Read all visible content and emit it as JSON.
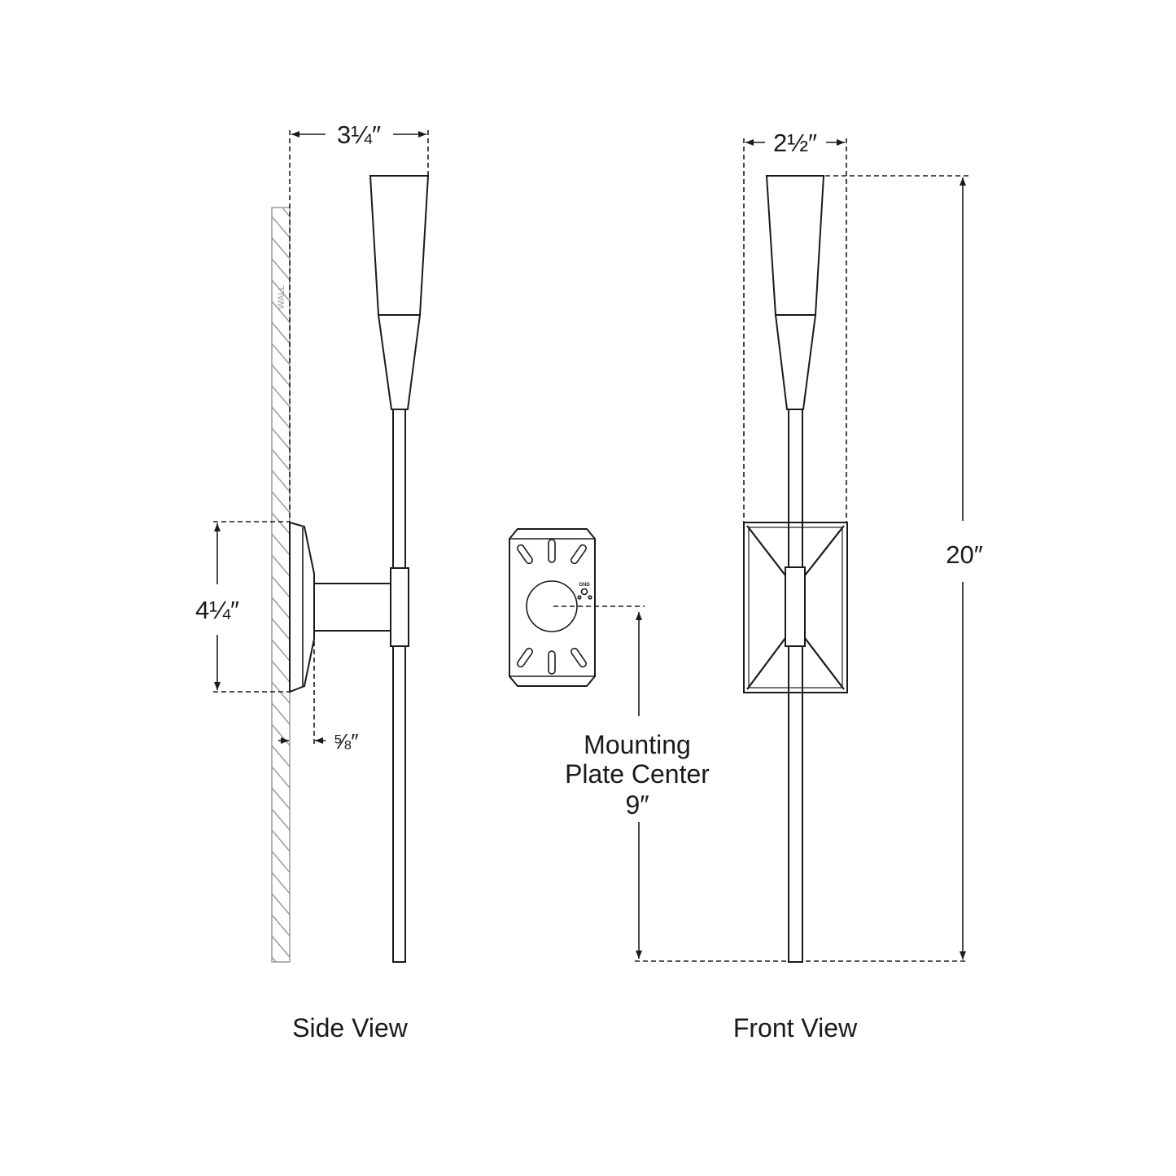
{
  "drawing": {
    "side_view": {
      "label": "Side View",
      "wall_label": "WALL",
      "depth_dim": "3¼″",
      "backplate_height_dim": "4¼″",
      "backplate_depth_dim": "⅝″"
    },
    "mounting_plate": {
      "plate_marking": "GND",
      "center_label_line1": "Mounting",
      "center_label_line2": "Plate Center",
      "center_height_dim": "9″"
    },
    "front_view": {
      "label": "Front View",
      "width_dim": "2½″",
      "height_dim": "20″"
    }
  }
}
